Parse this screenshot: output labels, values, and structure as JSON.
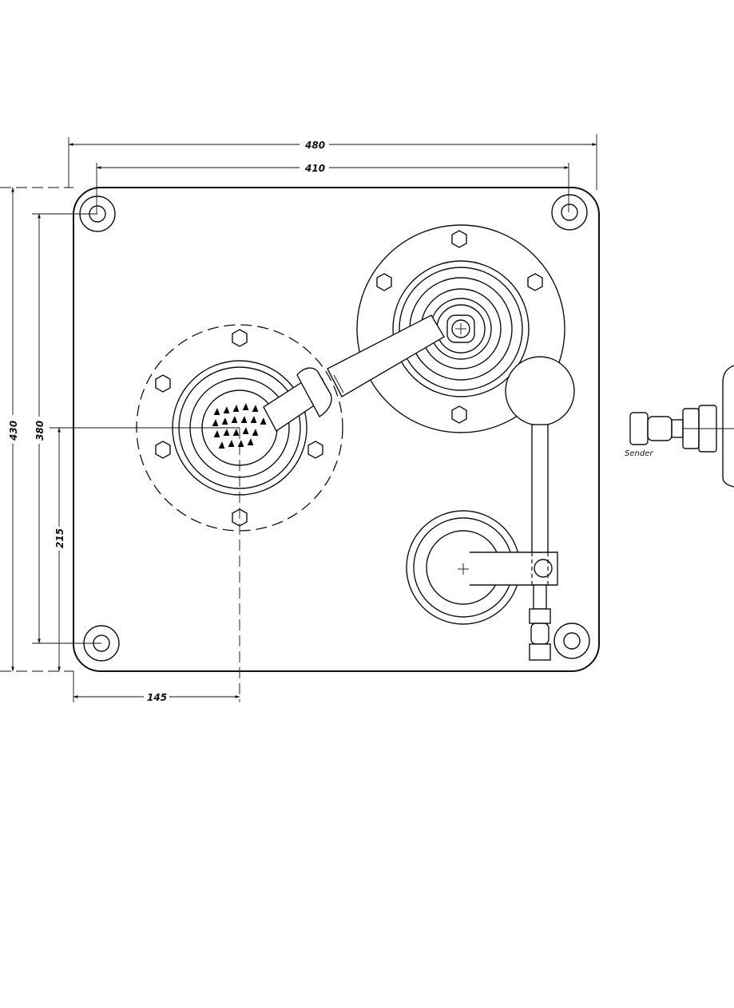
{
  "dimensions": {
    "overall_width": "480",
    "hole_spacing_horizontal": "410",
    "overall_height": "430",
    "hole_spacing_vertical": "380",
    "center_height": "215",
    "center_offset": "145"
  },
  "labels": {
    "sender": "Sender"
  }
}
